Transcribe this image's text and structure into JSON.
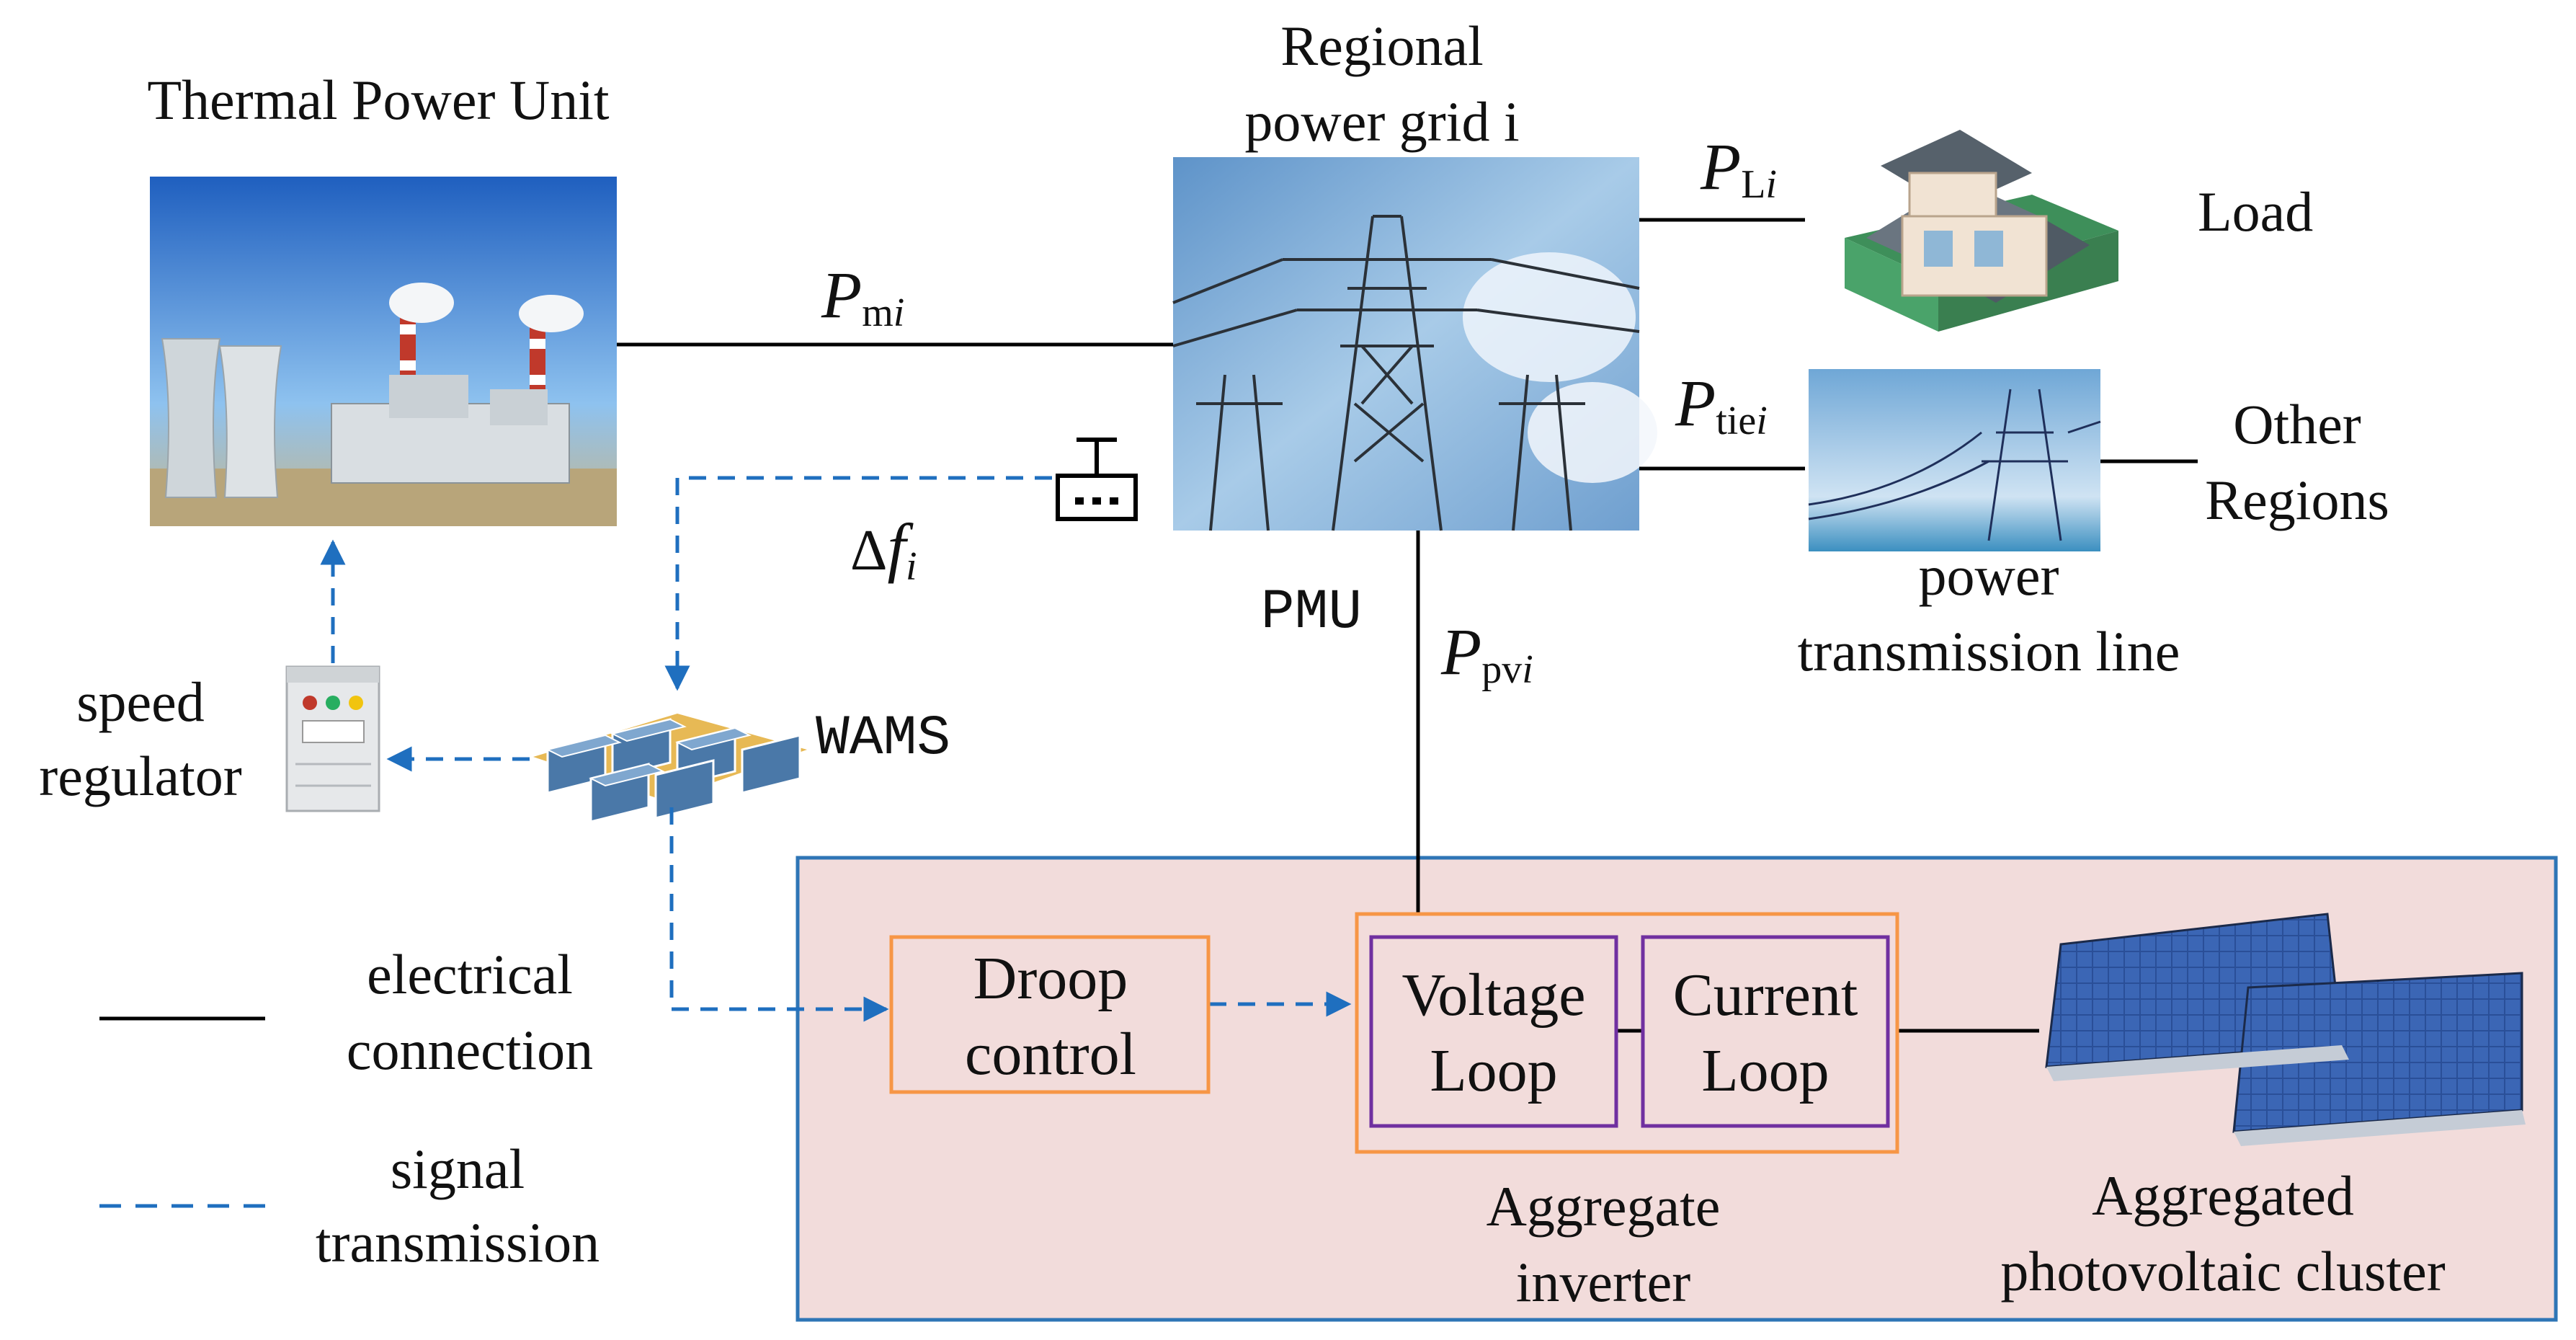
{
  "labels": {
    "thermal_unit": "Thermal Power Unit",
    "regional_grid_line1": "Regional",
    "regional_grid_line2": "power grid i",
    "load": "Load",
    "other_regions_line1": "Other",
    "other_regions_line2": "Regions",
    "tx_line1": "power",
    "tx_line2": "transmission line",
    "pmu": "PMU",
    "wams": "WAMS",
    "speed_reg_line1": "speed",
    "speed_reg_line2": "regulator",
    "legend_elec_line1": "electrical",
    "legend_elec_line2": "connection",
    "legend_sig_line1": "signal",
    "legend_sig_line2": "transmission",
    "droop_line1": "Droop",
    "droop_line2": "control",
    "voltage_line1": "Voltage",
    "voltage_line2": "Loop",
    "current_line1": "Current",
    "current_line2": "Loop",
    "inverter_line1": "Aggregate",
    "inverter_line2": "inverter",
    "pv_line1": "Aggregated",
    "pv_line2": "photovoltaic cluster"
  },
  "symbols": {
    "pm": {
      "main": "P",
      "sub": "m",
      "idx": "i"
    },
    "pl": {
      "main": "P",
      "sub": "L",
      "idx": "i"
    },
    "ptie": {
      "main": "P",
      "sub": "tie",
      "idx": "i"
    },
    "ppv": {
      "main": "P",
      "sub": "pv",
      "idx": "i"
    },
    "df": {
      "delta": "Δ",
      "main": "f",
      "idx": "i"
    }
  },
  "colors": {
    "signal": "#1f6fbf",
    "electrical": "#000000",
    "region_fill": "#f2dcdb",
    "region_border": "#2e75b6",
    "orange_box": "#f79646",
    "purple_box": "#7030a0"
  },
  "icons": {
    "thermal_unit": "power-plant-photo",
    "regional_grid": "transmission-tower-photo",
    "load": "house-icon",
    "tx_line": "transmission-line-photo",
    "pmu": "pmu-device-icon",
    "wams": "server-cluster-icon",
    "speed_regulator": "control-cabinet-icon",
    "pv_cluster": "solar-panel-array-icon"
  }
}
